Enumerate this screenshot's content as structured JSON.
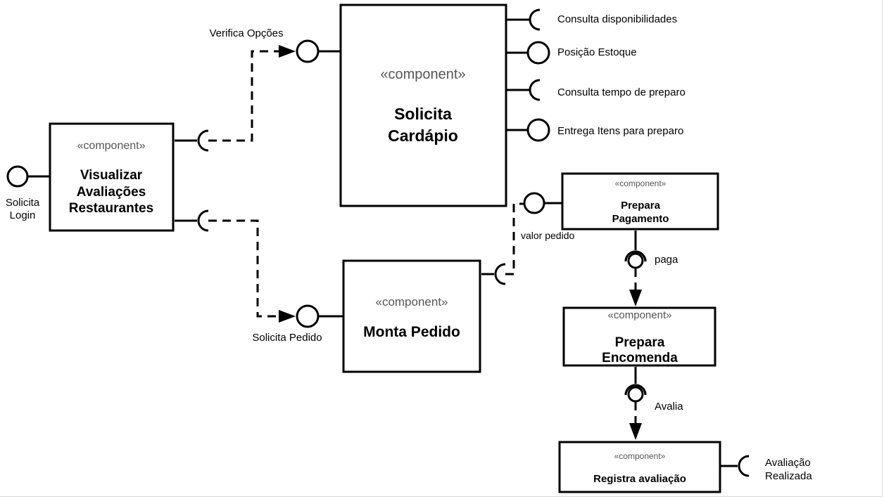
{
  "components": {
    "visualizar": {
      "stereotype": "«component»",
      "name_lines": [
        "Visualizar",
        "Avaliações",
        "Restaurantes"
      ]
    },
    "cardapio": {
      "stereotype": "«component»",
      "name_lines": [
        "Solicita",
        "Cardápio"
      ]
    },
    "monta": {
      "stereotype": "«component»",
      "name_lines": [
        "Monta Pedido"
      ]
    },
    "pagamento": {
      "stereotype": "«component»",
      "name_lines": [
        "Prepara",
        "Pagamento"
      ]
    },
    "encomenda": {
      "stereotype": "«component»",
      "name_lines": [
        "Prepara",
        "Encomenda"
      ]
    },
    "avaliacao": {
      "stereotype": "«component»",
      "name_lines": [
        "Registra avaliação"
      ]
    }
  },
  "interfaces": {
    "solicita_login": [
      "Solicita",
      "Login"
    ],
    "verifica_opcoes": "Verifica Opções",
    "solicita_pedido": "Solicita Pedido",
    "consulta_disponibilidades": "Consulta disponibilidades",
    "posicao_estoque": "Posição Estoque",
    "consulta_tempo": "Consulta tempo de preparo",
    "entrega_itens": "Entrega Itens para preparo",
    "valor_pedido": "valor pedido",
    "paga": "paga",
    "avalia": "Avalia",
    "avaliacao_realizada": [
      "Avaliação",
      "Realizada"
    ]
  }
}
